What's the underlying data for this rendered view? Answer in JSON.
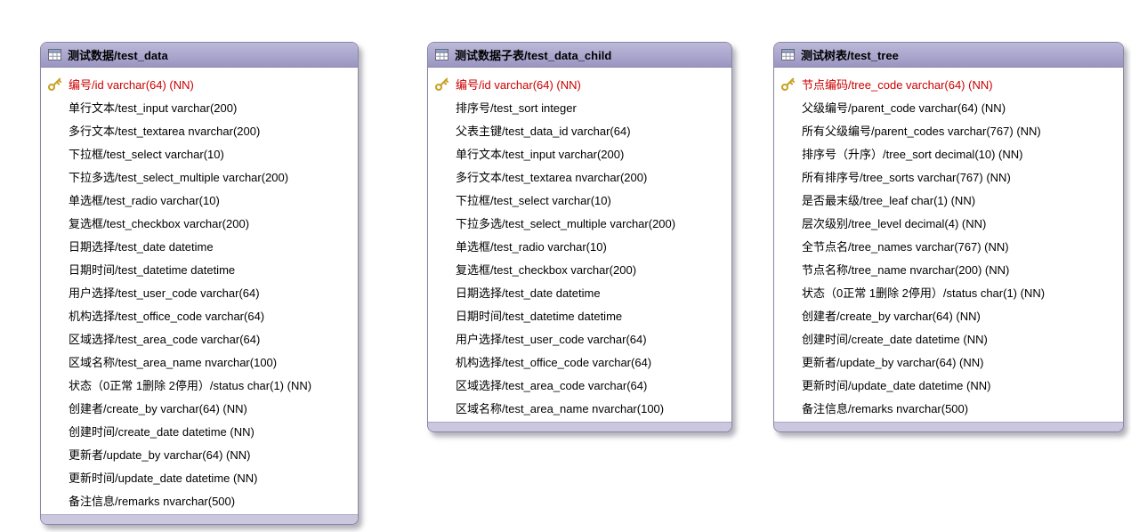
{
  "colors": {
    "header_top": "#bdb9d9",
    "header_bottom": "#9b96c2",
    "card_border": "#8886a5",
    "footer_bg": "#cac7df",
    "pk_text": "#cc0000",
    "field_text": "#000000",
    "key_gold": "#c9a227",
    "table_icon_blue": "#8fa8d0"
  },
  "icons": {
    "table_header": "table-icon",
    "primary_key": "key-icon"
  },
  "diagram": {
    "tables": [
      {
        "title": "测试数据/test_data",
        "fields": [
          {
            "label": "编号/id varchar(64) (NN)",
            "pk": true
          },
          {
            "label": "单行文本/test_input varchar(200)",
            "pk": false
          },
          {
            "label": "多行文本/test_textarea nvarchar(200)",
            "pk": false
          },
          {
            "label": "下拉框/test_select varchar(10)",
            "pk": false
          },
          {
            "label": "下拉多选/test_select_multiple varchar(200)",
            "pk": false
          },
          {
            "label": "单选框/test_radio varchar(10)",
            "pk": false
          },
          {
            "label": "复选框/test_checkbox varchar(200)",
            "pk": false
          },
          {
            "label": "日期选择/test_date datetime",
            "pk": false
          },
          {
            "label": "日期时间/test_datetime datetime",
            "pk": false
          },
          {
            "label": "用户选择/test_user_code varchar(64)",
            "pk": false
          },
          {
            "label": "机构选择/test_office_code varchar(64)",
            "pk": false
          },
          {
            "label": "区域选择/test_area_code varchar(64)",
            "pk": false
          },
          {
            "label": "区域名称/test_area_name nvarchar(100)",
            "pk": false
          },
          {
            "label": "状态（0正常 1删除 2停用）/status char(1) (NN)",
            "pk": false
          },
          {
            "label": "创建者/create_by varchar(64) (NN)",
            "pk": false
          },
          {
            "label": "创建时间/create_date datetime (NN)",
            "pk": false
          },
          {
            "label": "更新者/update_by varchar(64) (NN)",
            "pk": false
          },
          {
            "label": "更新时间/update_date datetime (NN)",
            "pk": false
          },
          {
            "label": "备注信息/remarks nvarchar(500)",
            "pk": false
          }
        ]
      },
      {
        "title": "测试数据子表/test_data_child",
        "fields": [
          {
            "label": "编号/id varchar(64) (NN)",
            "pk": true
          },
          {
            "label": "排序号/test_sort integer",
            "pk": false
          },
          {
            "label": "父表主键/test_data_id varchar(64)",
            "pk": false
          },
          {
            "label": "单行文本/test_input varchar(200)",
            "pk": false
          },
          {
            "label": "多行文本/test_textarea nvarchar(200)",
            "pk": false
          },
          {
            "label": "下拉框/test_select varchar(10)",
            "pk": false
          },
          {
            "label": "下拉多选/test_select_multiple varchar(200)",
            "pk": false
          },
          {
            "label": "单选框/test_radio varchar(10)",
            "pk": false
          },
          {
            "label": "复选框/test_checkbox varchar(200)",
            "pk": false
          },
          {
            "label": "日期选择/test_date datetime",
            "pk": false
          },
          {
            "label": "日期时间/test_datetime datetime",
            "pk": false
          },
          {
            "label": "用户选择/test_user_code varchar(64)",
            "pk": false
          },
          {
            "label": "机构选择/test_office_code varchar(64)",
            "pk": false
          },
          {
            "label": "区域选择/test_area_code varchar(64)",
            "pk": false
          },
          {
            "label": "区域名称/test_area_name nvarchar(100)",
            "pk": false
          }
        ]
      },
      {
        "title": "测试树表/test_tree",
        "fields": [
          {
            "label": "节点编码/tree_code varchar(64) (NN)",
            "pk": true
          },
          {
            "label": "父级编号/parent_code varchar(64) (NN)",
            "pk": false
          },
          {
            "label": "所有父级编号/parent_codes varchar(767) (NN)",
            "pk": false
          },
          {
            "label": "排序号（升序）/tree_sort decimal(10) (NN)",
            "pk": false
          },
          {
            "label": "所有排序号/tree_sorts varchar(767) (NN)",
            "pk": false
          },
          {
            "label": "是否最末级/tree_leaf char(1) (NN)",
            "pk": false
          },
          {
            "label": "层次级别/tree_level decimal(4) (NN)",
            "pk": false
          },
          {
            "label": "全节点名/tree_names varchar(767) (NN)",
            "pk": false
          },
          {
            "label": "节点名称/tree_name nvarchar(200) (NN)",
            "pk": false
          },
          {
            "label": "状态（0正常 1删除 2停用）/status char(1) (NN)",
            "pk": false
          },
          {
            "label": "创建者/create_by varchar(64) (NN)",
            "pk": false
          },
          {
            "label": "创建时间/create_date datetime (NN)",
            "pk": false
          },
          {
            "label": "更新者/update_by varchar(64) (NN)",
            "pk": false
          },
          {
            "label": "更新时间/update_date datetime (NN)",
            "pk": false
          },
          {
            "label": "备注信息/remarks nvarchar(500)",
            "pk": false
          }
        ]
      }
    ]
  }
}
